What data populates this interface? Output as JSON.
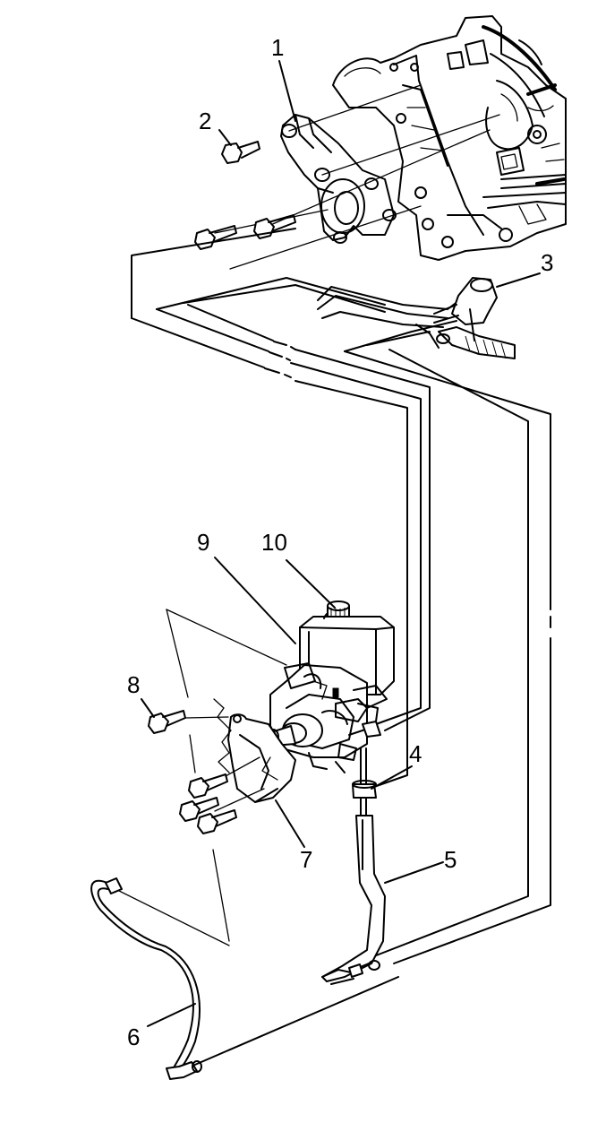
{
  "callouts": [
    {
      "id": "1",
      "label": "1",
      "part": "pump-bracket"
    },
    {
      "id": "2",
      "label": "2",
      "part": "bracket-bolt"
    },
    {
      "id": "3",
      "label": "3",
      "part": "steering-gear"
    },
    {
      "id": "4",
      "label": "4",
      "part": "hose-clamp"
    },
    {
      "id": "5",
      "label": "5",
      "part": "return-hose"
    },
    {
      "id": "6",
      "label": "6",
      "part": "pressure-hose"
    },
    {
      "id": "7",
      "label": "7",
      "part": "pump-shield"
    },
    {
      "id": "8",
      "label": "8",
      "part": "pump-bolt"
    },
    {
      "id": "9",
      "label": "9",
      "part": "power-steering-pump"
    },
    {
      "id": "10",
      "label": "10",
      "part": "reservoir-cap"
    }
  ]
}
